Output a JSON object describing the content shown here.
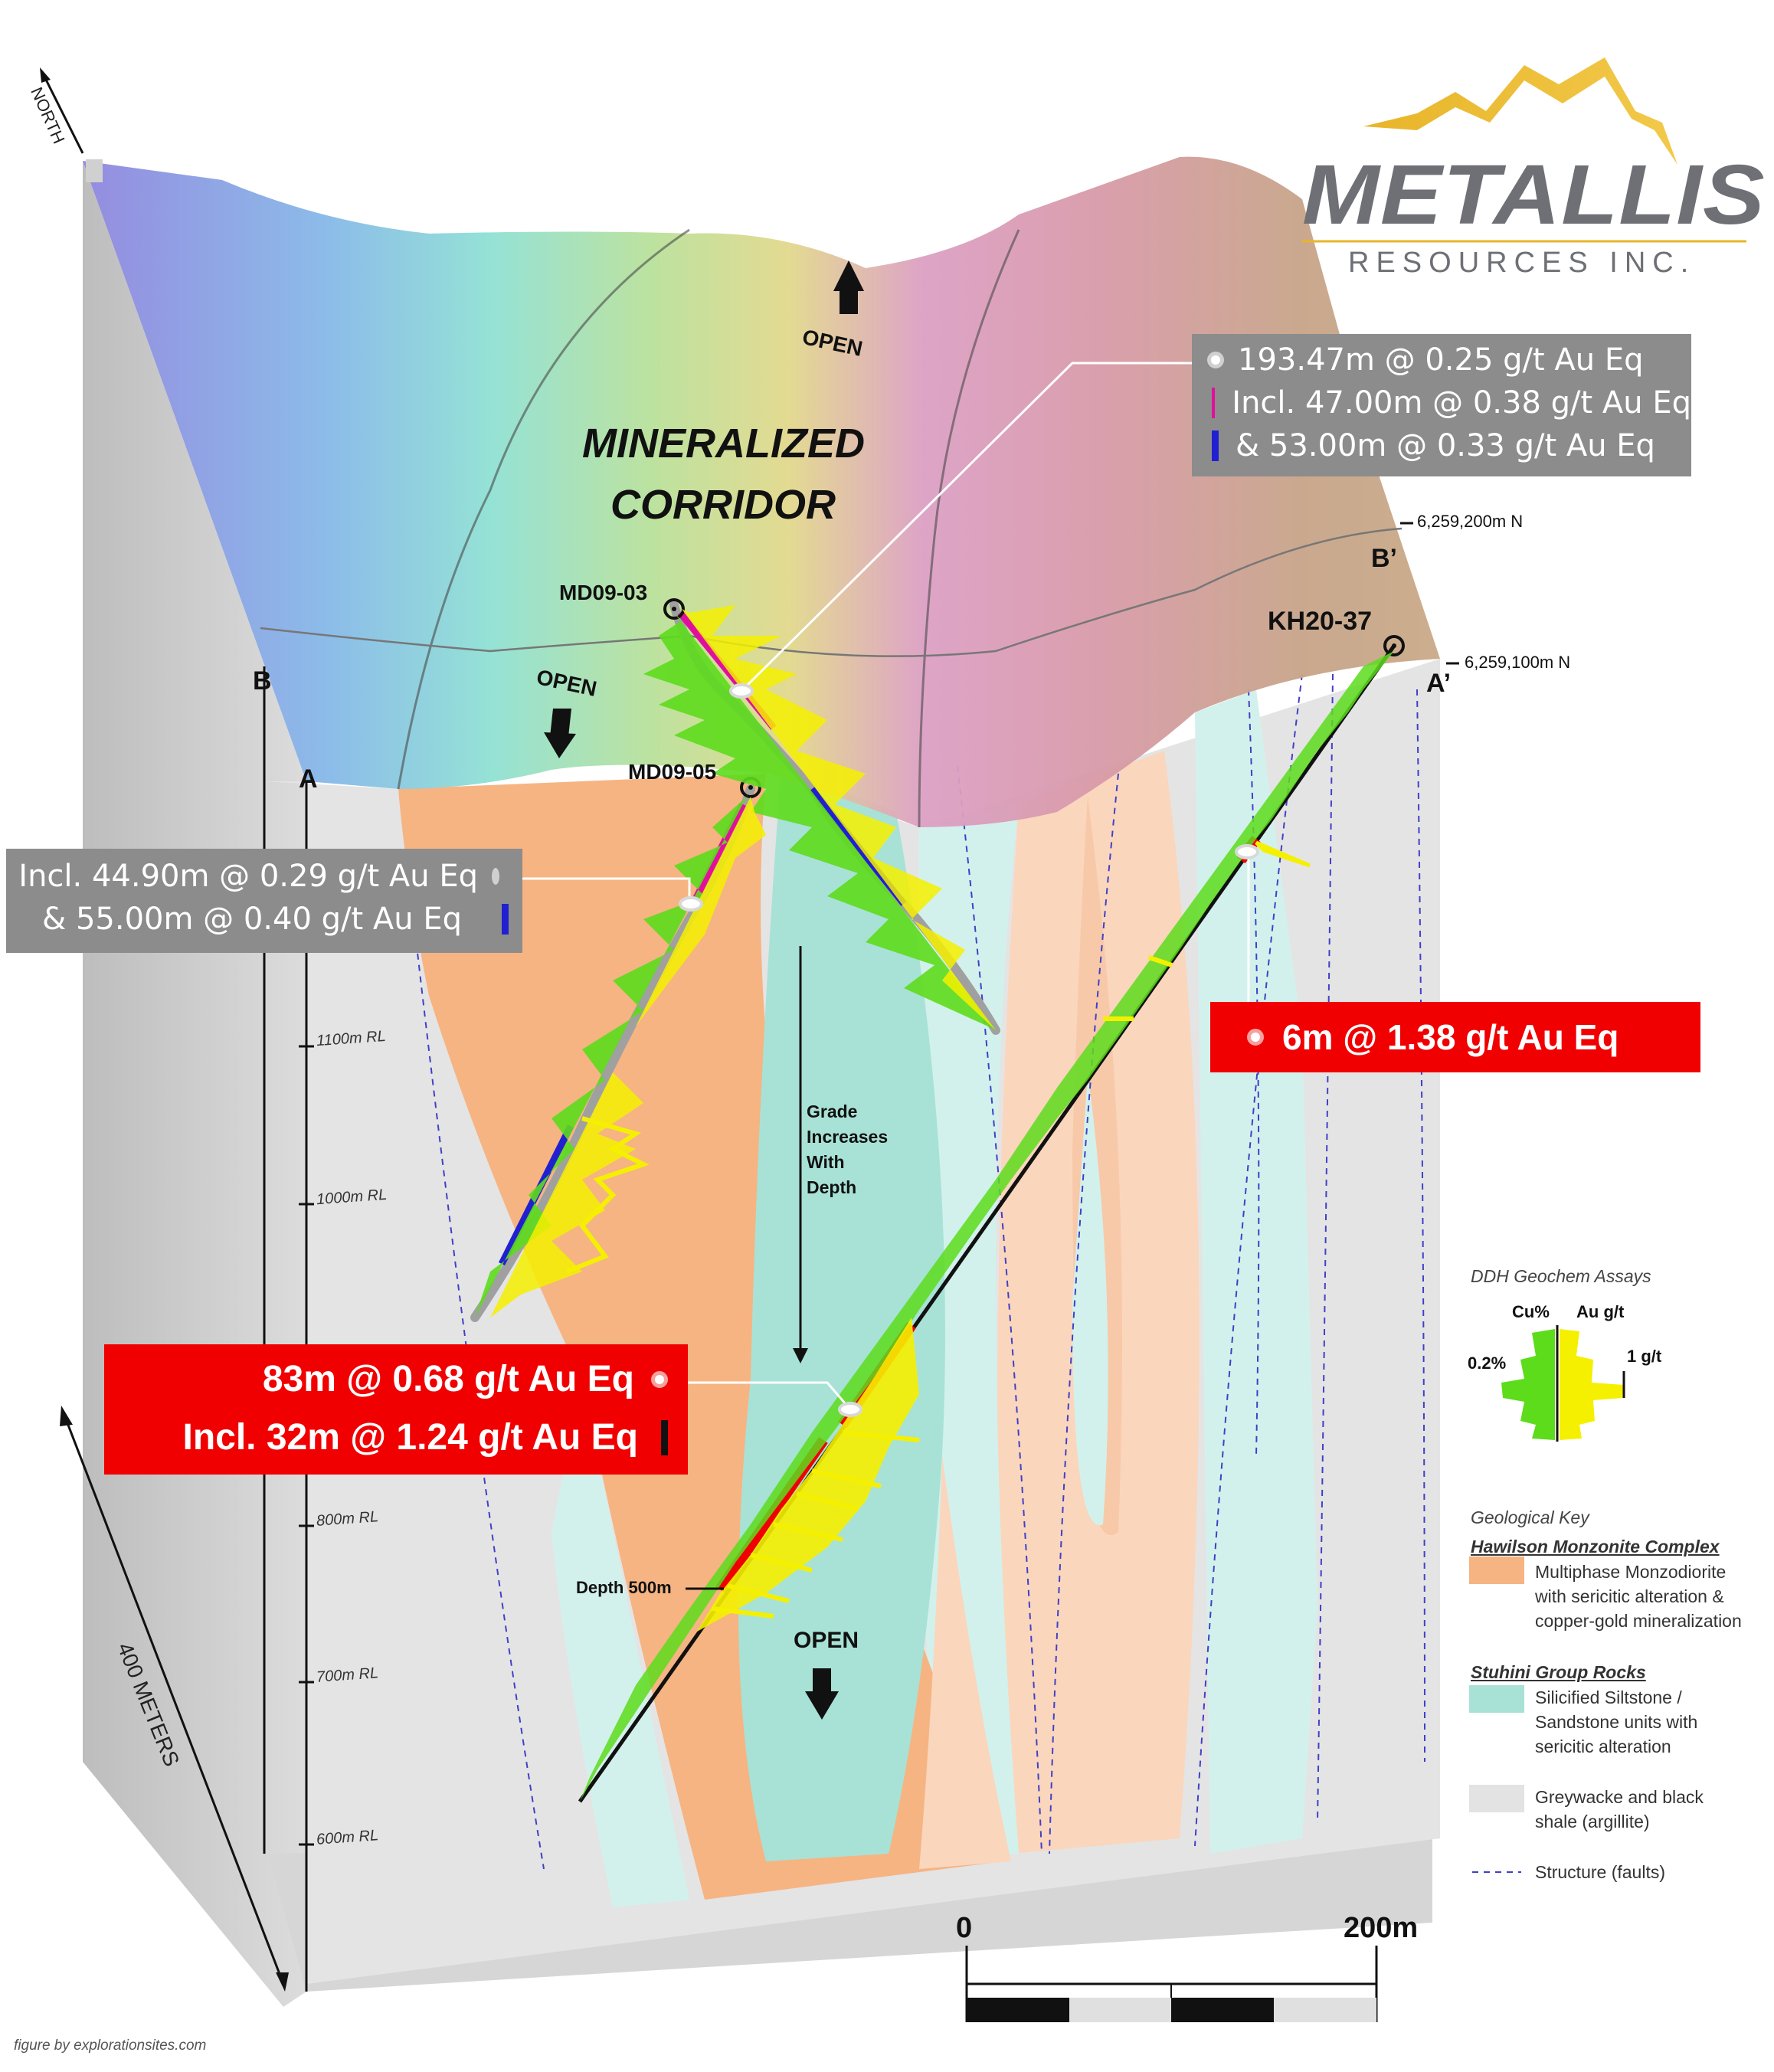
{
  "brand": {
    "name": "METALLIS",
    "subtitle": "RESOURCES INC."
  },
  "orientation": {
    "north_label": "NORTH"
  },
  "title": {
    "line1": "MINERALIZED",
    "line2": "CORRIDOR"
  },
  "open_labels": [
    "OPEN",
    "OPEN",
    "OPEN"
  ],
  "section_labels": {
    "b": "B",
    "a": "A",
    "b_prime": "B’",
    "a_prime": "A’",
    "northing_upper": "6,259,200m N",
    "northing_lower": "6,259,100m N"
  },
  "drillholes": {
    "md0903": "MD09-03",
    "md0905": "MD09-05",
    "kh2037": "KH20-37",
    "depth_marker": "Depth 500m"
  },
  "elevations": [
    "1100m RL",
    "1000m RL",
    "800m RL",
    "700m RL",
    "600m RL"
  ],
  "scale_vertical": "400 METERS",
  "annotation_grade": [
    "Grade",
    "Increases",
    "With",
    "Depth"
  ],
  "callouts": {
    "md0903": {
      "line1": "193.47m @ 0.25 g/t Au Eq",
      "line2": "Incl. 47.00m @ 0.38 g/t Au Eq",
      "line3": "& 53.00m @ 0.33 g/t Au Eq"
    },
    "md0905": {
      "line1": "Incl. 44.90m @ 0.29 g/t Au Eq",
      "line2": "& 55.00m @ 0.40 g/t Au Eq"
    },
    "kh2037_upper": {
      "line1": "6m @ 1.38 g/t Au Eq"
    },
    "kh2037_lower": {
      "line1": "83m @ 0.68 g/t Au Eq",
      "line2": "Incl. 32m @ 1.24 g/t Au Eq"
    }
  },
  "assay_legend": {
    "title": "DDH Geochem Assays",
    "cu_label": "Cu%",
    "au_label": "Au g/t",
    "cu_scale": "0.2%",
    "au_scale": "1 g/t"
  },
  "geo_key": {
    "title": "Geological Key",
    "group1": "Hawilson Monzonite Complex",
    "item1": [
      "Multiphase Monzodiorite",
      "with sericitic alteration &",
      "copper-gold mineralization"
    ],
    "group2": "Stuhini Group Rocks",
    "item2": [
      "Silicified Siltstone /",
      "Sandstone units with",
      "sericitic alteration"
    ],
    "item3": [
      "Greywacke and black",
      "shale (argillite)"
    ],
    "item4": "Structure (faults)"
  },
  "scale_bar": {
    "start": "0",
    "end": "200m"
  },
  "credit": "figure by explorationsites.com",
  "colors": {
    "monzodiorite": "#f6b483",
    "monzodiorite_light": "#fad6bd",
    "siltstone": "#a8e2d6",
    "siltstone_light": "#d3f1ec",
    "shale": "#e3e3e3",
    "cu": "#5ddc1c",
    "au": "#f5f000",
    "highlight_red": "#f00000",
    "callout_grey": "#8c8c8c",
    "magenta_interval": "#e0109c",
    "blue_interval": "#2020d0"
  }
}
